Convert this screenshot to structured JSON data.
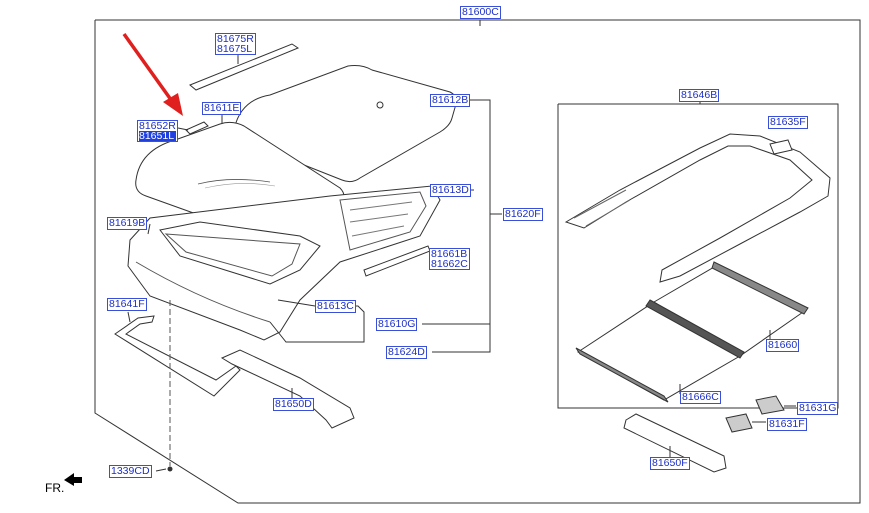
{
  "labels": {
    "assembly": "81600C",
    "rail_r": "81675R",
    "rail_l": "81675L",
    "glass_rear": "81612B",
    "bracket_r": "81652R",
    "bracket_l": "81651L",
    "glass_front": "81611E",
    "frame_d": "81613D",
    "frame_f": "81620F",
    "seal": "81619B",
    "rail_b": "81661B",
    "rail_c": "81662C",
    "deflector": "81641F",
    "frame_c": "81613C",
    "frame_g": "81610G",
    "frame_main": "81624D",
    "cross_member": "81650D",
    "bolt": "1339CD",
    "shade_assy": "81646B",
    "motor_bracket": "81635F",
    "shade_rail": "81660",
    "shade": "81666C",
    "guide_g": "81631G",
    "guide_f": "81631F",
    "cover": "81650F",
    "front_mark": "FR."
  },
  "colors": {
    "label_text": "#1c2fc4",
    "label_border": "#3a4fd8",
    "highlight": "#1f3fe0",
    "arrow": "#e0201e",
    "line": "#222222"
  }
}
